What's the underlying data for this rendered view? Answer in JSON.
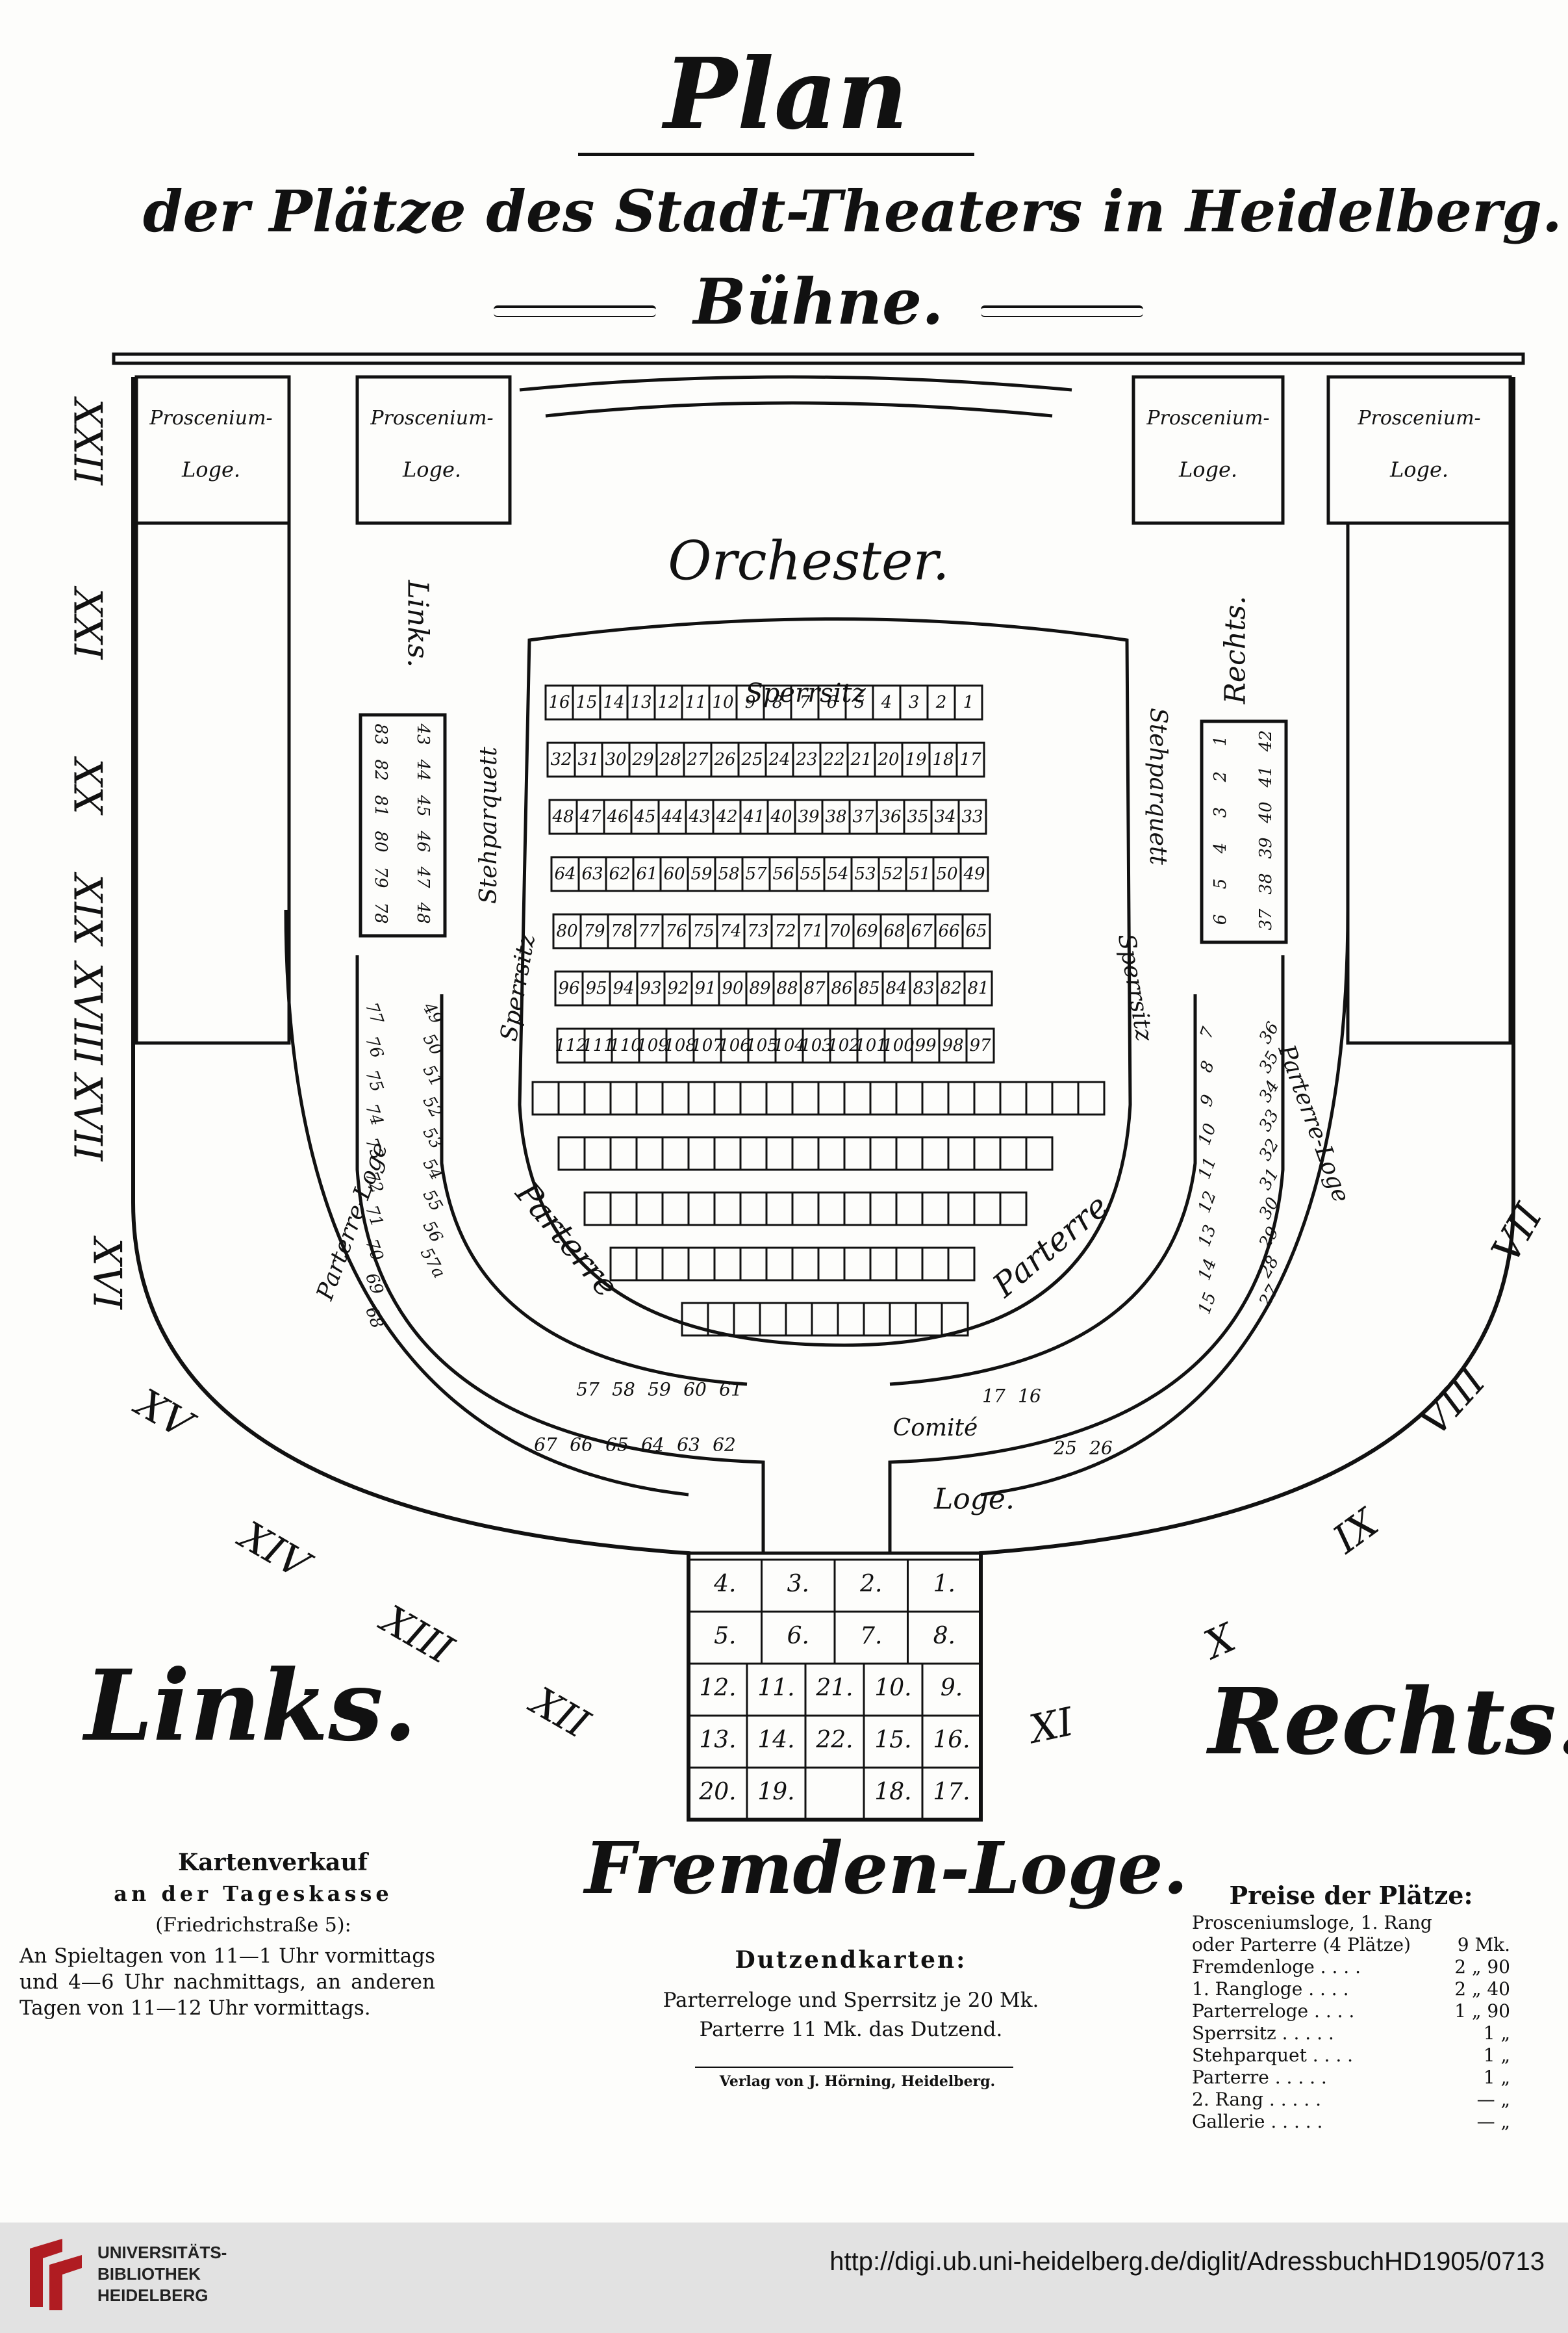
{
  "header": {
    "title": "Plan",
    "subtitle": "der Plätze des Stadt-Theaters in Heidelberg.",
    "stage": "Bühne."
  },
  "plan_labels": {
    "proscenium_left_1": [
      "Proscenium-",
      "Loge."
    ],
    "proscenium_left_2": [
      "Proscenium-",
      "Loge."
    ],
    "proscenium_right_1": [
      "Proscenium-",
      "Loge."
    ],
    "proscenium_right_2": [
      "Proscenium-",
      "Loge."
    ],
    "orchestra": "Orchester.",
    "links_small": "Links.",
    "rechts_small": "Rechts.",
    "sperrsitz": "Sperrsitz",
    "stehparquett": "Stehparquett",
    "parterre": "Parterre",
    "parterre_loge": "Parterre-Loge",
    "comite": "Comité",
    "loge": "Loge."
  },
  "loge_numerals_left": [
    "XXII",
    "XXI",
    "XX",
    "XIX",
    "XVIII",
    "XVII",
    "XVI",
    "XV",
    "XIV",
    "XIII",
    "XII"
  ],
  "loge_numerals_right": [
    "VII",
    "VIII",
    "IX",
    "X",
    "XI"
  ],
  "sperrsitz_rows": [
    [
      "16",
      "15",
      "14",
      "13",
      "12",
      "11",
      "10",
      "9",
      "8",
      "7",
      "6",
      "5",
      "4",
      "3",
      "2",
      "1"
    ],
    [
      "32",
      "31",
      "30",
      "29",
      "28",
      "27",
      "26",
      "25",
      "24",
      "23",
      "22",
      "21",
      "20",
      "19",
      "18",
      "17"
    ],
    [
      "48",
      "47",
      "46",
      "45",
      "44",
      "43",
      "42",
      "41",
      "40",
      "39",
      "38",
      "37",
      "36",
      "35",
      "34",
      "33"
    ],
    [
      "64",
      "63",
      "62",
      "61",
      "60",
      "59",
      "58",
      "57",
      "56",
      "55",
      "54",
      "53",
      "52",
      "51",
      "50",
      "49"
    ],
    [
      "80",
      "79",
      "78",
      "77",
      "76",
      "75",
      "74",
      "73",
      "72",
      "71",
      "70",
      "69",
      "68",
      "67",
      "66",
      "65"
    ],
    [
      "96",
      "95",
      "94",
      "93",
      "92",
      "91",
      "90",
      "89",
      "88",
      "87",
      "86",
      "85",
      "84",
      "83",
      "82",
      "81"
    ],
    [
      "112",
      "111",
      "110",
      "109",
      "108",
      "107",
      "106",
      "105",
      "104",
      "103",
      "102",
      "101",
      "100",
      "99",
      "98",
      "97"
    ]
  ],
  "stehparquett_left": [
    [
      "83",
      "82",
      "81",
      "80",
      "79",
      "78"
    ],
    [
      "43",
      "44",
      "45",
      "46",
      "47",
      "48"
    ]
  ],
  "stehparquett_right": [
    [
      "1",
      "2",
      "3",
      "4",
      "5",
      "6"
    ],
    [
      "42",
      "41",
      "40",
      "39",
      "38",
      "37"
    ]
  ],
  "parterre_loge_left": [
    "77",
    "76",
    "75",
    "74",
    "73",
    "72",
    "71",
    "70",
    "69",
    "68"
  ],
  "parterre_left_inner": [
    "49",
    "50",
    "51",
    "52",
    "53",
    "54",
    "55",
    "56",
    "57a"
  ],
  "parterre_front_left": [
    [
      "57",
      "58",
      "59",
      "60",
      "61"
    ],
    [
      "67",
      "66",
      "65",
      "64",
      "63",
      "62"
    ]
  ],
  "parterre_loge_right": [
    "7",
    "8",
    "9",
    "10",
    "11",
    "12",
    "13",
    "14",
    "15"
  ],
  "parterre_right_inner": [
    "36",
    "35",
    "34",
    "33",
    "32",
    "31",
    "30",
    "29",
    "28",
    "27"
  ],
  "parterre_front_right": [
    "17",
    "16",
    "25",
    "26"
  ],
  "fremden_loge": [
    [
      "4.",
      "3.",
      "2.",
      "1."
    ],
    [
      "5.",
      "6.",
      "7.",
      "8."
    ],
    [
      "12.",
      "11.",
      "21.",
      "10.",
      "9."
    ],
    [
      "13.",
      "14.",
      "22.",
      "15.",
      "16."
    ],
    [
      "20.",
      "19.",
      "",
      "18.",
      "17."
    ]
  ],
  "sides": {
    "links": "Links.",
    "rechts": "Rechts."
  },
  "fremden_loge_title": "Fremden-Loge.",
  "kartenverkauf": {
    "heading": "Kartenverkauf",
    "line2": "an der Tageskasse",
    "line3": "(Friedrichstraße 5):",
    "body": "An Spieltagen von 11—1 Uhr vormittags und 4—6 Uhr nachmittags, an anderen Tagen von 11—12 Uhr vormittags."
  },
  "dutzendkarten": {
    "heading": "Dutzendkarten:",
    "line1": "Parterreloge und Sperrsitz je 20 Mk.",
    "line2": "Parterre 11 Mk. das Dutzend."
  },
  "publisher": "Verlag von J. Hörning, Heidelberg.",
  "prices": {
    "heading": "Preise der Plätze:",
    "rows": [
      {
        "label": "Prosceniumsloge, 1. Rang",
        "mark": "",
        "price": ""
      },
      {
        "label": "oder Parterre (4 Plätze)",
        "mark": "9",
        "price": "Mk."
      },
      {
        "label": "Fremdenloge . . . .",
        "mark": "2",
        "price": "„ 90"
      },
      {
        "label": "1. Rangloge . . . .",
        "mark": "2",
        "price": "„ 40"
      },
      {
        "label": "Parterreloge . . . .",
        "mark": "1",
        "price": "„ 90"
      },
      {
        "label": "Sperrsitz . . . . .",
        "mark": "1",
        "price": "„"
      },
      {
        "label": "Stehparquet . . . .",
        "mark": "1",
        "price": "„"
      },
      {
        "label": "Parterre . . . . .",
        "mark": "1",
        "price": "„"
      },
      {
        "label": "2. Rang . . . . .",
        "mark": "—",
        "price": "„"
      },
      {
        "label": "Gallerie . . . . .",
        "mark": "—",
        "price": "„"
      }
    ]
  },
  "footer": {
    "library_name": [
      "UNIVERSITÄTS-",
      "BIBLIOTHEK",
      "HEIDELBERG"
    ],
    "url": "http://digi.ub.uni-heidelberg.de/diglit/AdressbuchHD1905/0713"
  }
}
